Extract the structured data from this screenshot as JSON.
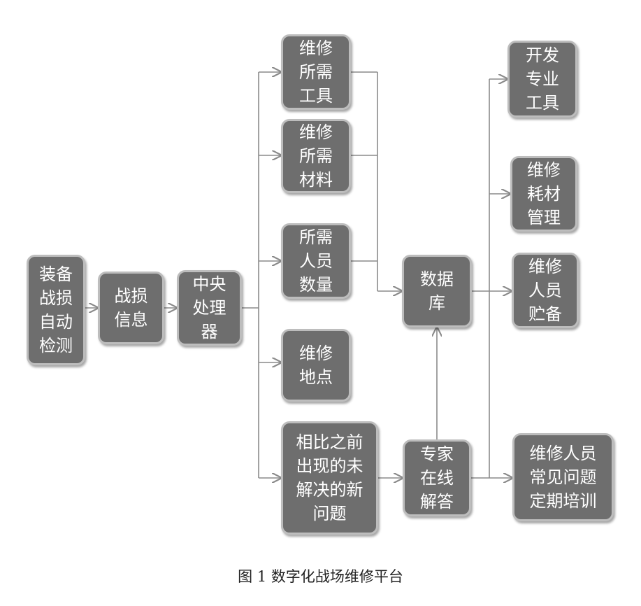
{
  "colors": {
    "node_fill": "#6e6e6e",
    "node_border": "#bdbdbd",
    "node_text": "#ffffff",
    "connector": "#8a8a8a"
  },
  "nodes": {
    "auto_detect": [
      "装备",
      "战损",
      "自动",
      "检测"
    ],
    "damage_info": [
      "战损",
      "信息"
    ],
    "cpu": [
      "中央",
      "处理",
      "器"
    ],
    "tools": [
      "维修",
      "所需",
      "工具"
    ],
    "materials": [
      "维修",
      "所需",
      "材料"
    ],
    "personnel": [
      "所需",
      "人员",
      "数量"
    ],
    "location": [
      "维修",
      "地点"
    ],
    "new_problems": [
      "相比之前",
      "出现的未",
      "解决的新",
      "问题"
    ],
    "database": [
      "数据",
      "库"
    ],
    "expert": [
      "专家",
      "在线",
      "解答"
    ],
    "dev_tools": [
      "开发",
      "专业",
      "工具"
    ],
    "consumables": [
      "维修",
      "耗材",
      "管理"
    ],
    "reserve": [
      "维修",
      "人员",
      "贮备"
    ],
    "training": [
      "维修人员",
      "常见问题",
      "定期培训"
    ]
  },
  "caption": "图 1 数字化战场维修平台"
}
